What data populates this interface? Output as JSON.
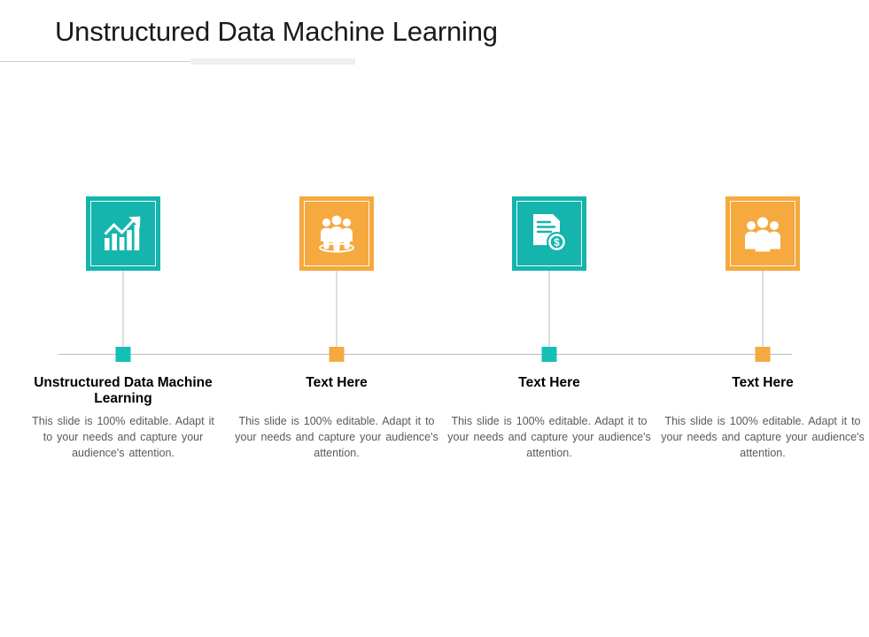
{
  "slide": {
    "title": "Unstructured Data Machine Learning",
    "background_color": "#ffffff",
    "title_color": "#1a1a1a",
    "rule_color": "#c9ccd1",
    "rule_accent_color": "#eceef0",
    "baseline_color": "#bdbdbd",
    "connector_color": "#b9bcc0"
  },
  "palette": {
    "teal": "#15b5ad",
    "teal_marker": "#15bfb6",
    "orange": "#f5a93e",
    "body_text": "#58595b",
    "heading_text": "#000000",
    "icon_glyph": "#ffffff"
  },
  "columns": [
    {
      "icon_name": "growth-bar-chart-arrow-icon",
      "icon_box_color": "#15b5ad",
      "marker_color": "#15bfb6",
      "heading": "Unstructured Data Machine Learning",
      "body": "This slide is 100% editable. Adapt it to your needs and capture your audience's attention."
    },
    {
      "icon_name": "people-on-platform-icon",
      "icon_box_color": "#f5a93e",
      "marker_color": "#f5a93e",
      "heading": "Text Here",
      "body": "This slide is 100% editable. Adapt it to your needs and capture your audience's attention."
    },
    {
      "icon_name": "invoice-dollar-document-icon",
      "icon_box_color": "#15b5ad",
      "marker_color": "#15bfb6",
      "heading": "Text Here",
      "body": "This slide is 100% editable. Adapt it to your needs and capture your audience's attention."
    },
    {
      "icon_name": "people-group-icon",
      "icon_box_color": "#f5a93e",
      "marker_color": "#f5a93e",
      "heading": "Text Here",
      "body": "This slide is 100% editable. Adapt it to your needs and capture your audience's attention."
    }
  ]
}
